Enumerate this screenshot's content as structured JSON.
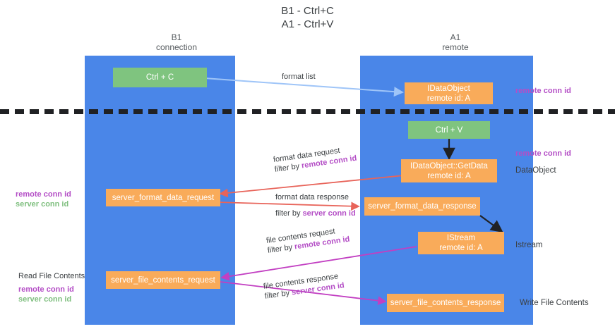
{
  "title": {
    "line1": "B1 - Ctrl+C",
    "line2": "A1 - Ctrl+V"
  },
  "columns": {
    "left": {
      "name": "B1",
      "role": "connection"
    },
    "right": {
      "name": "A1",
      "role": "remote"
    }
  },
  "colors": {
    "lane": "#4a86e8",
    "box_green": "#7fc47f",
    "box_orange": "#f9ab5a",
    "separator": "#202124",
    "arrow_blue": "#9fc5f8",
    "arrow_red": "#e8645a",
    "arrow_magenta": "#c23fc2",
    "arrow_black": "#202124",
    "text_purple": "#b44ec6",
    "text_green": "#7fbf7f"
  },
  "nodes": {
    "ctrl_c": {
      "label": "Ctrl + C",
      "type": "green"
    },
    "idataobject": {
      "line1": "IDataObject",
      "line2": "remote id: A",
      "type": "orange"
    },
    "ctrl_v": {
      "label": "Ctrl + V",
      "type": "green"
    },
    "getdata": {
      "line1": "IDataObject::GetData",
      "line2": "remote id: A",
      "type": "orange"
    },
    "server_format_data_request": {
      "label": "server_format_data_request",
      "type": "orange"
    },
    "server_format_data_response": {
      "label": "server_format_data_response",
      "type": "orange"
    },
    "istream": {
      "line1": "IStream",
      "line2": "remote id: A",
      "type": "orange"
    },
    "server_file_contents_request": {
      "label": "server_file_contents_request",
      "type": "orange"
    },
    "server_file_contents_response": {
      "label": "server_file_contents_response",
      "type": "orange"
    }
  },
  "edges": {
    "format_list": {
      "label": "format list"
    },
    "format_data_request": {
      "label": "format data request",
      "filter_prefix": "filter by ",
      "filter_key": "remote conn id"
    },
    "format_data_response": {
      "label": "format data response",
      "filter_prefix": "filter by ",
      "filter_key": "server conn id"
    },
    "file_contents_request": {
      "label": "file contents request",
      "filter_prefix": "filter by ",
      "filter_key": "remote conn id"
    },
    "file_contents_response": {
      "label": "file contents response",
      "filter_prefix": "filter by ",
      "filter_key": "server conn id"
    }
  },
  "right_notes": {
    "remote_conn_id_top": "remote conn id",
    "remote_conn_id_mid": "remote conn id",
    "dataobject": "DataObject",
    "istream": "Istream",
    "write_file_contents": "Write File Contents"
  },
  "left_notes": {
    "mid": {
      "remote": "remote conn id",
      "server": "server conn id"
    },
    "bottom": {
      "heading": "Read File Contents",
      "remote": "remote conn id",
      "server": "server conn id"
    }
  }
}
